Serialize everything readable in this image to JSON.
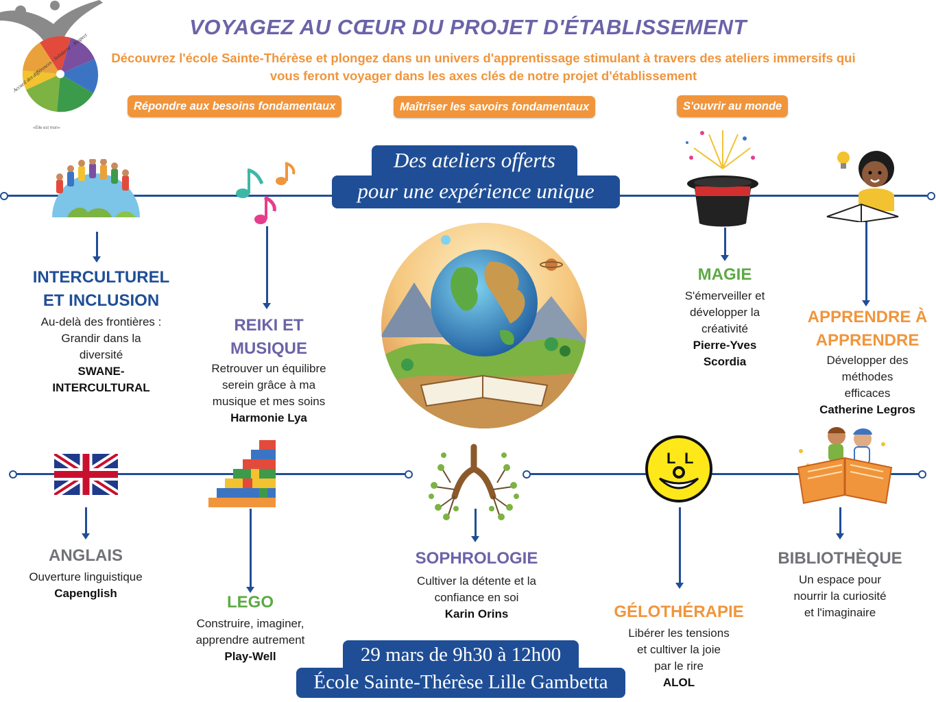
{
  "header": {
    "title": "VOYAGEZ AU CŒUR DU PROJET D'ÉTABLISSEMENT",
    "subtitle": "Découvrez l'école Sainte-Thérèse et plongez dans un univers d'apprentissage stimulant à travers des ateliers immersifs qui vous feront voyager dans les axes clés de notre projet d'établissement",
    "pills": [
      "Répondre aux besoins fondamentaux",
      "Maîtriser les savoirs fondamentaux",
      "S'ouvrir au monde"
    ]
  },
  "logo": {
    "arc_text": "Accueil des différences - Solidarité - Respect",
    "tagline": "«Elle est mon»"
  },
  "banner_top": {
    "line1": "Des ateliers offerts",
    "line2": "pour une expérience unique"
  },
  "banner_bottom": {
    "line1": "29 mars de 9h30 à 12h00",
    "line2": "École Sainte-Thérèse Lille Gambetta"
  },
  "workshops": {
    "interculturel": {
      "title_l1": "INTERCULTUREL",
      "title_l2": "ET INCLUSION",
      "desc": [
        "Au-delà des frontières :",
        "Grandir dans la",
        "diversité"
      ],
      "who": [
        "SWANE-",
        "INTERCULTURAL"
      ]
    },
    "reiki": {
      "title_l1": "REIKI ET",
      "title_l2": "MUSIQUE",
      "desc": [
        "Retrouver un équilibre",
        "serein grâce à ma",
        "musique et mes soins"
      ],
      "who": "Harmonie Lya"
    },
    "magie": {
      "title": "MAGIE",
      "desc": [
        "S'émerveiller et",
        "développer la",
        "créativité"
      ],
      "who": [
        "Pierre-Yves",
        "Scordia"
      ]
    },
    "apprendre": {
      "title_l1": "APPRENDRE À",
      "title_l2": "APPRENDRE",
      "desc": [
        "Développer des",
        "méthodes",
        "efficaces"
      ],
      "who": "Catherine Legros"
    },
    "anglais": {
      "title": "ANGLAIS",
      "desc": "Ouverture linguistique",
      "who": "Capenglish"
    },
    "lego": {
      "title": "LEGO",
      "desc": [
        "Construire, imaginer,",
        "apprendre autrement"
      ],
      "who": "Play-Well"
    },
    "sophrologie": {
      "title": "SOPHROLOGIE",
      "desc": [
        "Cultiver la détente et la",
        "confiance en soi"
      ],
      "who": "Karin Orins"
    },
    "gelotherapie": {
      "title": "GÉLOTHÉRAPIE",
      "desc": [
        "Libérer les tensions",
        "et cultiver la joie",
        "par le rire"
      ],
      "who": "ALOL"
    },
    "bibliotheque": {
      "title": "BIBLIOTHÈQUE",
      "desc": [
        "Un espace pour",
        "nourrir la curiosité",
        "et l'imaginaire"
      ]
    }
  },
  "colors": {
    "navy": "#1F4E96",
    "orange": "#F0953C",
    "purple": "#6B63A8",
    "green": "#5DAA45",
    "gray": "#707277"
  },
  "icons": [
    "earth-children-icon",
    "music-notes-icon",
    "magic-hat-icon",
    "reading-child-icon",
    "uk-flag-icon",
    "lego-bricks-icon",
    "lungs-tree-icon",
    "laughing-face-icon",
    "kids-book-icon",
    "globe-book-illustration"
  ]
}
